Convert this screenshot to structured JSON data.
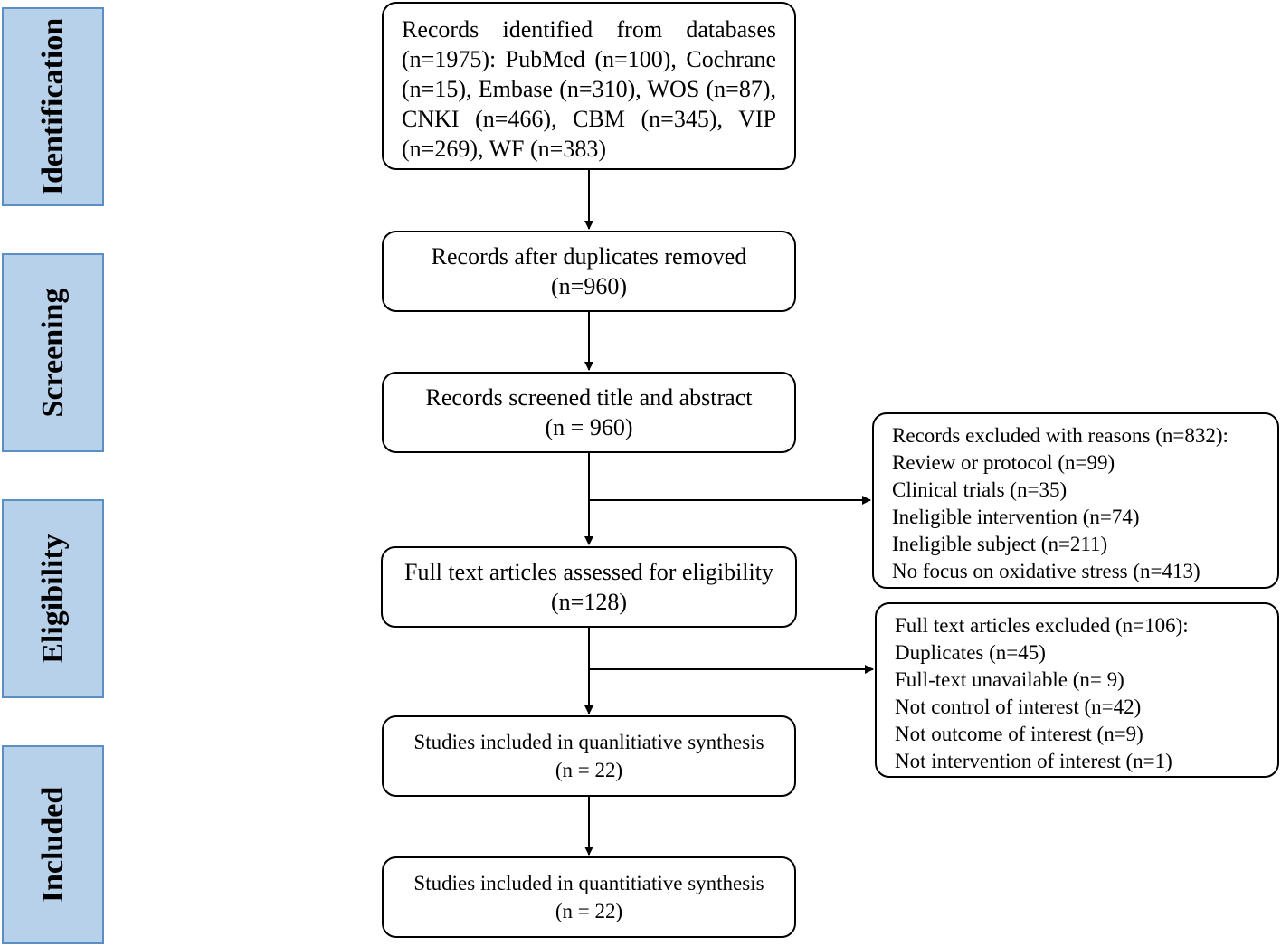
{
  "stages": {
    "identification": "Identification",
    "screening": "Screening",
    "eligibility": "Eligibility",
    "included": "Included"
  },
  "identified": {
    "text": "Records identified from databases (n=1975): PubMed (n=100), Cochrane (n=15), Embase (n=310), WOS (n=87), CNKI (n=466), CBM (n=345), VIP (n=269), WF (n=383)"
  },
  "dedup": {
    "line1": "Records after duplicates removed",
    "line2": "(n=960)"
  },
  "screened": {
    "line1": "Records screened title and abstract",
    "line2": "(n = 960)"
  },
  "fulltext": {
    "line1": "Full text articles assessed for eligibility",
    "line2": "(n=128)"
  },
  "qualitative": {
    "line1": "Studies included in quanlitiative synthesis",
    "line2": "(n = 22)"
  },
  "quantitative": {
    "line1": "Studies included in quantitiative synthesis",
    "line2": "(n = 22)"
  },
  "excluded_screening": {
    "title": "Records excluded with reasons (n=832):",
    "items": [
      "Review or protocol (n=99)",
      "Clinical trials (n=35)",
      "Ineligible intervention (n=74)",
      "Ineligible subject (n=211)",
      "No focus on oxidative stress (n=413)"
    ]
  },
  "excluded_fulltext": {
    "title": "Full text articles excluded (n=106):",
    "items": [
      "Duplicates (n=45)",
      "Full-text unavailable (n= 9)",
      "Not control of interest (n=42)",
      "Not outcome of interest (n=9)",
      "Not intervention of interest (n=1)"
    ]
  },
  "colors": {
    "stage_fill": "#b8d1ea",
    "stage_border": "#5b8fc4",
    "line": "#000000"
  }
}
